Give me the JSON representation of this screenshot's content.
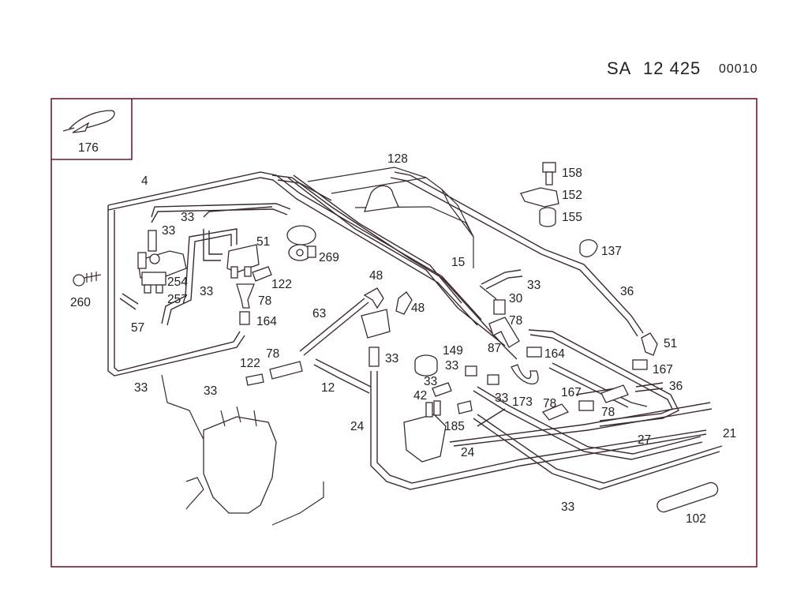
{
  "header": {
    "prefix": "SA",
    "group": "12 425",
    "sheet": "00010"
  },
  "inset": {
    "label": "176"
  },
  "callouts": {
    "c4": "4",
    "c33a": "33",
    "c33b": "33",
    "c33c": "33",
    "c33d": "33",
    "c33e": "33",
    "c33f": "33",
    "c33g": "33",
    "c33h": "33",
    "c33i": "33",
    "c33j": "33",
    "c51a": "51",
    "c51b": "51",
    "c269": "269",
    "c254": "254",
    "c257": "257",
    "c260": "260",
    "c57": "57",
    "c122a": "122",
    "c122b": "122",
    "c78a": "78",
    "c78b": "78",
    "c78c": "78",
    "c78d": "78",
    "c78e": "78",
    "c164a": "164",
    "c164b": "164",
    "c63": "63",
    "c48a": "48",
    "c48b": "48",
    "c12": "12",
    "c24a": "24",
    "c24b": "24",
    "c128": "128",
    "c15": "15",
    "c158": "158",
    "c152": "152",
    "c155": "155",
    "c137": "137",
    "c30": "30",
    "c36a": "36",
    "c36b": "36",
    "c87": "87",
    "c149": "149",
    "c42": "42",
    "c173": "173",
    "c167a": "167",
    "c167b": "167",
    "c185": "185",
    "c27": "27",
    "c21": "21",
    "c102": "102"
  }
}
